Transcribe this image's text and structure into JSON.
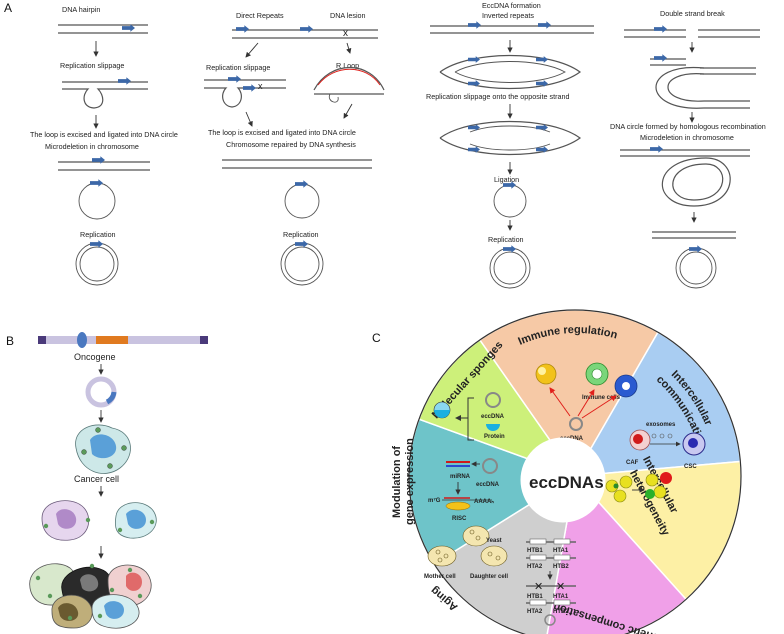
{
  "panels": {
    "a": "A",
    "b": "B",
    "c": "C"
  },
  "col1": {
    "hairpin": "DNA hairpin",
    "slippage": "Replication slippage",
    "excised1": "The loop is excised and ligated into DNA circle",
    "excised2": "Microdeletion in chromosome",
    "replication": "Replication"
  },
  "col2": {
    "direct_repeats": "Direct Repeats",
    "lesion": "DNA lesion",
    "slippage": "Replication slippage",
    "rloop": "R Loop",
    "excised1": "The loop is excised and ligated into DNA circle",
    "excised2": "Chromosome repaired by DNA synthesis",
    "replication": "Replication"
  },
  "col3": {
    "title1": "EccDNA formation",
    "title2": "Inverted repeats",
    "slippage": "Replication slippage onto the opposite strand",
    "ligation": "Ligation",
    "replication": "Replication"
  },
  "col4": {
    "dsb": "Double strand break",
    "formed1": "DNA circle formed by homologous recombination",
    "formed2": "Microdeletion in chromosome"
  },
  "panel_b": {
    "oncogene": "Oncogene",
    "cancer_cell": "Cancer cell"
  },
  "wheel": {
    "center": "eccDNAs",
    "sectors": {
      "immune": "Immune regulation",
      "intercellular1": "Intercellular",
      "intercellular2": "communication",
      "heterogeneity1": "Intercellular",
      "heterogeneity2": "heterogeneity",
      "genetic": "Genetic compensation",
      "aging": "Aging",
      "modulation1": "Modulation of",
      "modulation2": "gene expression",
      "sponges": "Molecular sponges"
    },
    "labels": {
      "immune_cells": "Immune cells",
      "eccdna": "eccDNA",
      "eccdna_sponge": "eccDNA",
      "protein": "Protein",
      "exosomes": "exosomes",
      "caf": "CAF",
      "csc": "CSC",
      "mirna": "miRNA",
      "eccdna_mod": "eccDNA",
      "m7g": "m⁷G",
      "aaaa": "AAAAₙ",
      "risc": "RISC",
      "yeast": "Yeast",
      "mother": "Mother cell",
      "daughter": "Daughter cell",
      "htb1": "HTB1",
      "hta1": "HTA1",
      "hta2": "HTA2",
      "htb2": "HTB2",
      "htb1b": "HTB1",
      "hta1b": "HTA1",
      "hta2b": "HTA2",
      "htb2b": "HTB2"
    },
    "colors": {
      "immune": "#f6c9a6",
      "intercellular": "#a9cdf2",
      "heterogeneity": "#fdf0a5",
      "genetic": "#f0a0e8",
      "aging": "#cfcfcf",
      "modulation": "#6ec4c9",
      "sponges": "#cdf07a"
    }
  }
}
